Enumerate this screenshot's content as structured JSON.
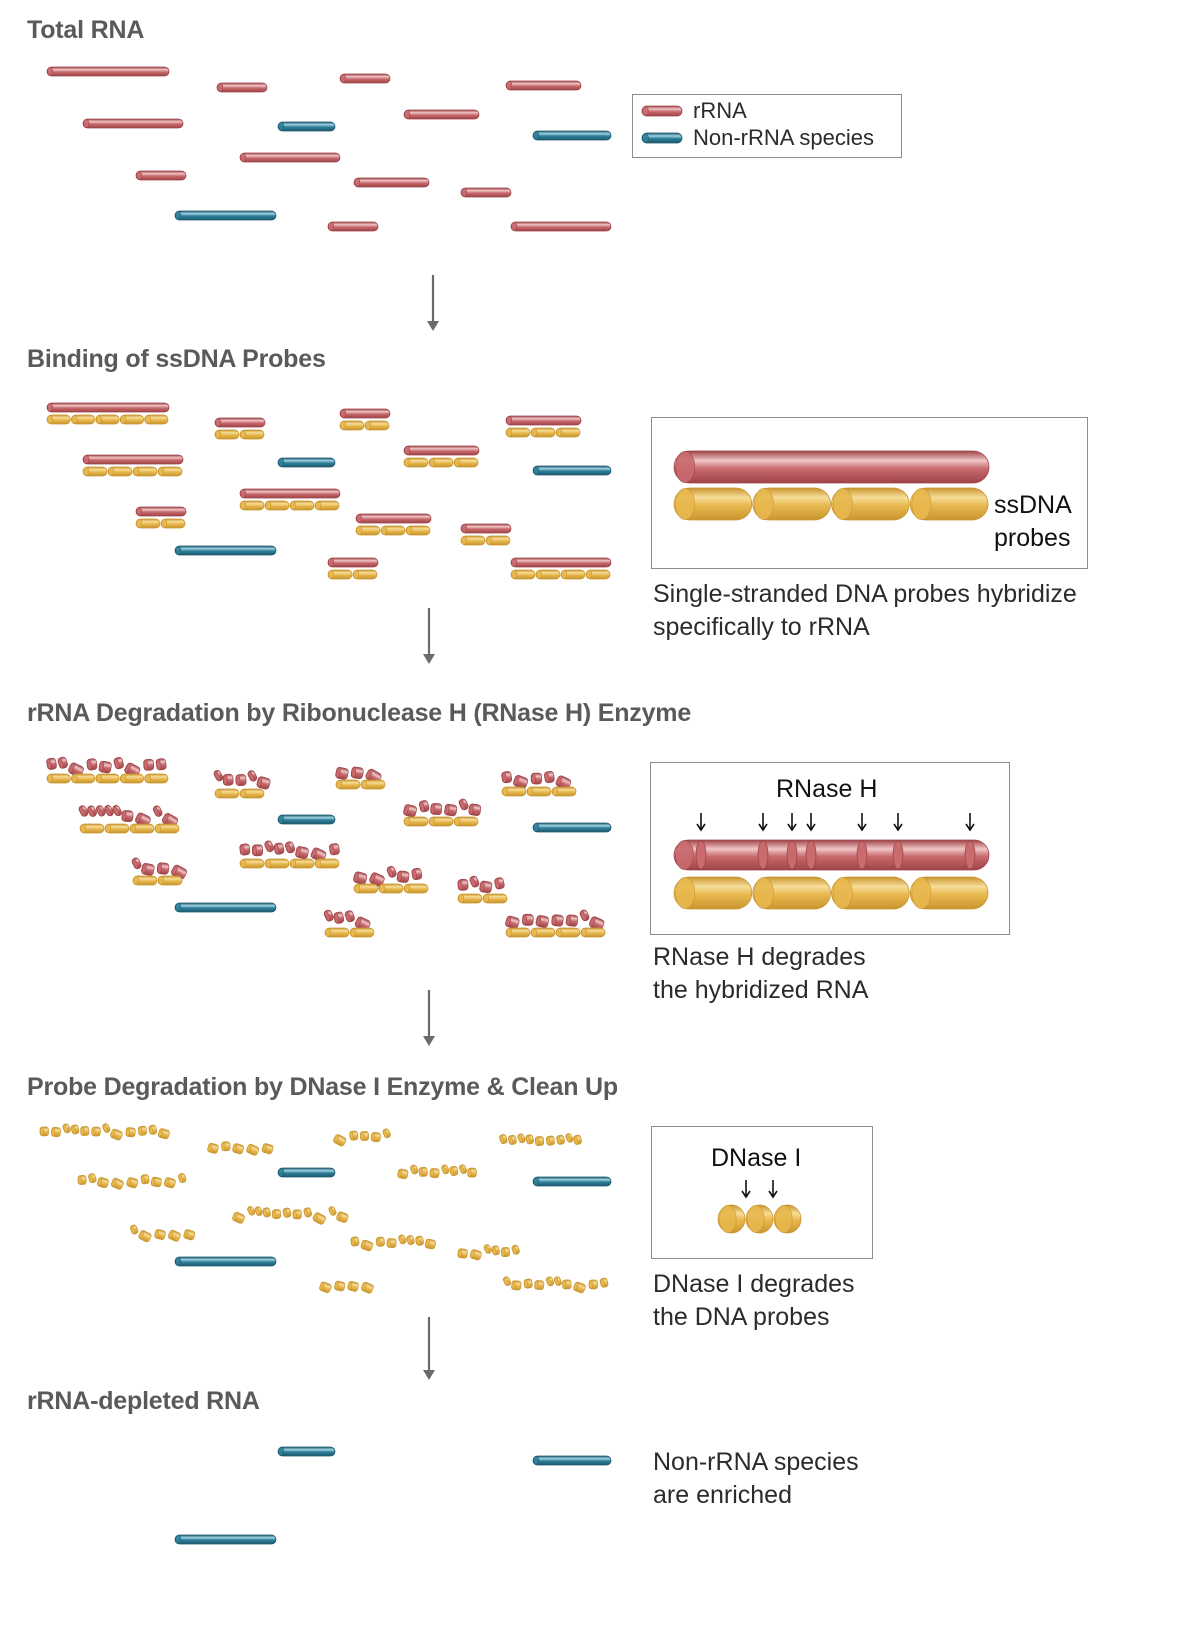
{
  "colors": {
    "rrna": "#c86a6e",
    "rrna_dark": "#9e4448",
    "rrna_light": "#f0c6c6",
    "non_rrna": "#2f7f99",
    "non_rrna_dark": "#1c5a70",
    "non_rrna_light": "#9fd2e2",
    "probe": "#e8b84e",
    "probe_dark": "#c9952f",
    "probe_light": "#f6dd99",
    "title_text": "#5a5a5a",
    "arrow": "#6b6b6b"
  },
  "legend": {
    "items": [
      {
        "label": "rRNA",
        "type": "rrna"
      },
      {
        "label": "Non-rRNA species",
        "type": "non_rrna"
      }
    ]
  },
  "stages": [
    {
      "id": "total-rna",
      "title": "Total RNA"
    },
    {
      "id": "binding",
      "title": "Binding of ssDNA Probes",
      "panel_label": "ssDNA probes",
      "panel_label_lines": [
        "ssDNA",
        "probes"
      ],
      "caption_lines": [
        "Single-stranded DNA probes hybridize",
        "specifically to rRNA"
      ]
    },
    {
      "id": "rnase",
      "title": "rRNA Degradation by Ribonuclease H (RNase H) Enzyme",
      "panel_label": "RNase H",
      "caption_lines": [
        "RNase H degrades",
        "the hybridized RNA"
      ]
    },
    {
      "id": "dnase",
      "title": "Probe Degradation by DNase I Enzyme & Clean Up",
      "panel_label": "DNase I",
      "caption_lines": [
        "DNase I degrades",
        "the DNA probes"
      ]
    },
    {
      "id": "depleted",
      "title": "rRNA-depleted RNA",
      "caption_lines": [
        "Non-rRNA species",
        "are enriched"
      ]
    }
  ],
  "molecules": {
    "rrna": [
      {
        "length": 4.8,
        "probe_segments": 5
      },
      {
        "length": 2.0,
        "probe_segments": 2
      },
      {
        "length": 2.0,
        "probe_segments": 2
      },
      {
        "length": 3.0,
        "probe_segments": 3
      },
      {
        "length": 4.0,
        "probe_segments": 4
      },
      {
        "length": 3.0,
        "probe_segments": 3
      },
      {
        "length": 4.0,
        "probe_segments": 4
      },
      {
        "length": 2.0,
        "probe_segments": 2
      },
      {
        "length": 3.0,
        "probe_segments": 3
      },
      {
        "length": 2.0,
        "probe_segments": 2
      },
      {
        "length": 2.0,
        "probe_segments": 2
      },
      {
        "length": 4.0,
        "probe_segments": 4
      }
    ],
    "non_rrna": [
      {
        "length": 2.2
      },
      {
        "length": 3.0
      },
      {
        "length": 4.0
      }
    ]
  },
  "rnase_panel": {
    "cut_count": 7,
    "probe_segments": 4
  },
  "dnase_panel": {
    "cut_count": 2,
    "probe_segments": 3
  }
}
